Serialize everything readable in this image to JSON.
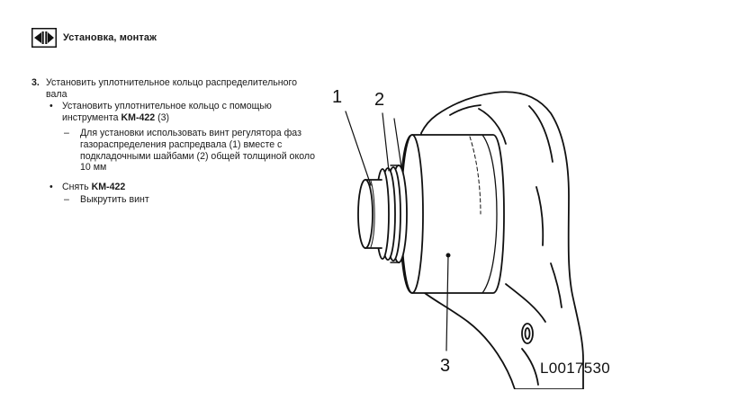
{
  "header": {
    "icon": "install-arrows-icon",
    "title": "Установка, монтаж"
  },
  "step": {
    "number": "3.",
    "title": "Установить уплотнительное кольцо распределительного вала",
    "bullets": [
      {
        "mark": "•",
        "text_before": "Установить уплотнительное кольцо с помощью инструмента ",
        "tool": "KM-422",
        "text_after": " (3)",
        "dash": {
          "mark": "–",
          "text": "Для установки использовать винт регулятора фаз газораспределения распредвала (1) вместе с подкладочными шайбами (2) общей толщиной около 10 мм"
        }
      },
      {
        "mark": "•",
        "text_before": "Снять ",
        "tool": "KM-422",
        "text_after": "",
        "dash": {
          "mark": "–",
          "text": "Выкрутить винт"
        }
      }
    ]
  },
  "figure": {
    "callouts": [
      "1",
      "2",
      "3"
    ],
    "code": "L0017530"
  }
}
